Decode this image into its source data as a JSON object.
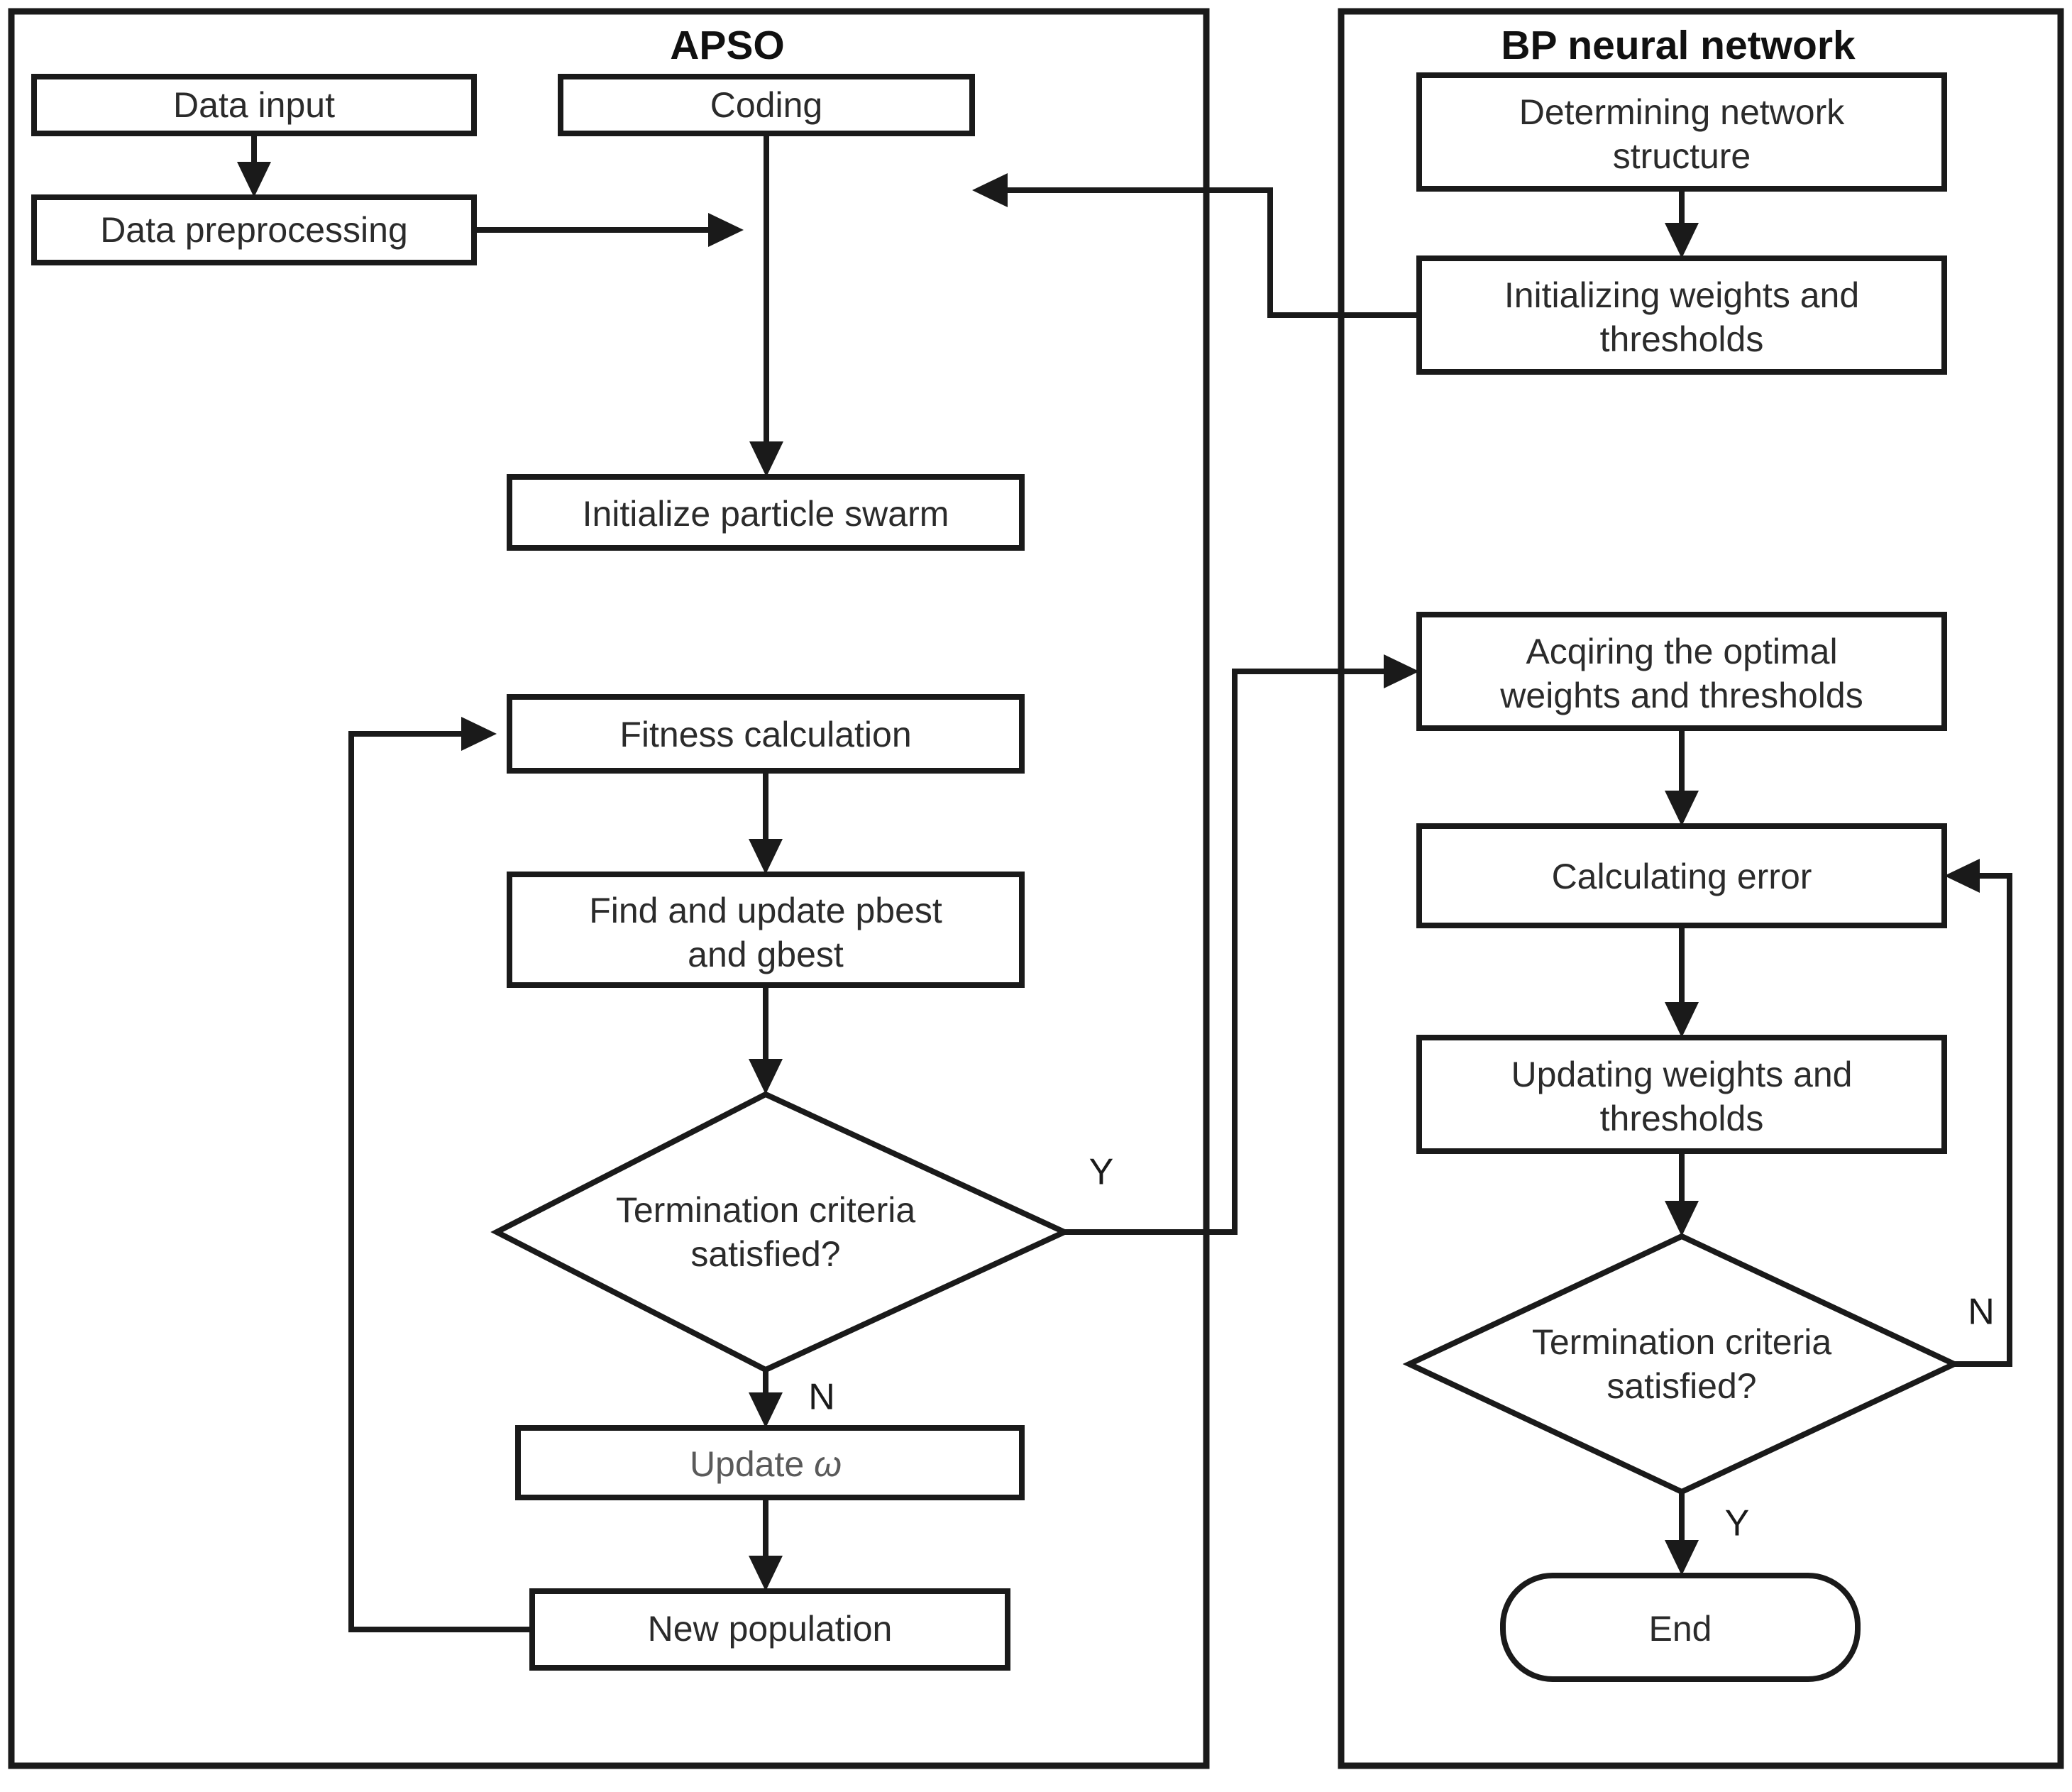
{
  "diagram": {
    "title_left": "APSO",
    "title_right": "BP neural network",
    "panels": [
      {
        "id": "apso",
        "title": "APSO"
      },
      {
        "id": "bp",
        "title": "BP neural network"
      }
    ],
    "nodes": {
      "data_input": "Data input",
      "data_preprocessing": "Data preprocessing",
      "coding": "Coding",
      "initialize_particle_swarm": "Initialize particle swarm",
      "fitness_calculation": "Fitness calculation",
      "find_update_pbest_line1": "Find and update pbest",
      "find_update_pbest_line2": "and gbest",
      "apso_decision_line1": "Termination criteria",
      "apso_decision_line2": "satisfied?",
      "update_omega_prefix": "Update ",
      "update_omega_symbol": "ω",
      "new_population": "New population",
      "determining_network_line1": "Determining network",
      "determining_network_line2": "structure",
      "initializing_weights_line1": "Initializing weights and",
      "initializing_weights_line2": "thresholds",
      "acquiring_optimal_line1": "Acqiring the optimal",
      "acquiring_optimal_line2": "weights and thresholds",
      "calculating_error": "Calculating error",
      "updating_weights_line1": "Updating weights and",
      "updating_weights_line2": "thresholds",
      "bp_decision_line1": "Termination criteria",
      "bp_decision_line2": "satisfied?",
      "end": "End"
    },
    "branch_labels": {
      "apso_yes": "Y",
      "apso_no": "N",
      "bp_no": "N",
      "bp_yes": "Y"
    },
    "colors": {
      "stroke": "#1a1a1a",
      "background": "#ffffff",
      "text": "#2b2b2b",
      "muted_text": "#5a5a5a"
    }
  }
}
